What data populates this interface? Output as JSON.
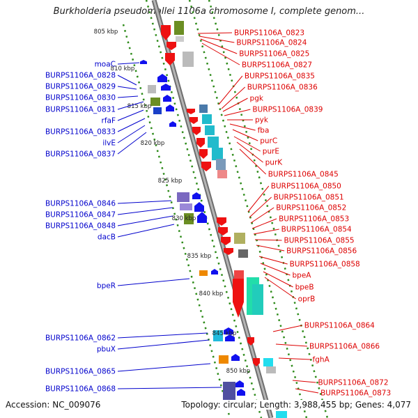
{
  "title": "Burkholderia pseudomallei 1106a chromosome I, complete genom...",
  "footer": {
    "accession": "Accession: NC_009076",
    "summary": "Topology: circular; Length: 3,988,455 bp; Genes: 4,077"
  },
  "kbp_ticks": [
    "805 kbp",
    "810 kbp",
    "815 kbp",
    "820 kbp",
    "825 kbp",
    "830 kbp",
    "835 kbp",
    "840 kbp",
    "845 kbp",
    "850 kbp"
  ],
  "left_labels": [
    "moaC",
    "BURPS1106A_0828",
    "BURPS1106A_0829",
    "BURPS1106A_0830",
    "BURPS1106A_0831",
    "rfaF",
    "BURPS1106A_0833",
    "ilvE",
    "BURPS1106A_0837",
    "BURPS1106A_0846",
    "BURPS1106A_0847",
    "BURPS1106A_0848",
    "dacB",
    "bpeR",
    "BURPS1106A_0862",
    "pbuX",
    "BURPS1106A_0865",
    "BURPS1106A_0868"
  ],
  "right_labels": [
    "BURPS1106A_0823",
    "BURPS1106A_0824",
    "BURPS1106A_0825",
    "BURPS1106A_0827",
    "BURPS1106A_0835",
    "BURPS1106A_0836",
    "pgk",
    "BURPS1106A_0839",
    "pyk",
    "fba",
    "purC",
    "purE",
    "purK",
    "BURPS1106A_0845",
    "BURPS1106A_0850",
    "BURPS1106A_0851",
    "BURPS1106A_0852",
    "BURPS1106A_0853",
    "BURPS1106A_0854",
    "BURPS1106A_0855",
    "BURPS1106A_0856",
    "BURPS1106A_0858",
    "bpeA",
    "bpeB",
    "oprB",
    "BURPS1106A_0864",
    "BURPS1106A_0866",
    "fghA",
    "BURPS1106A_0872",
    "BURPS1106A_0873"
  ],
  "colors": {
    "backbone": "#8a8a8a",
    "dotted_guides": "#2e8b1a",
    "left_label_text": "#0000cc",
    "right_label_text": "#dd0000",
    "gene_red": "#ee1111",
    "gene_blue": "#1111ee"
  }
}
